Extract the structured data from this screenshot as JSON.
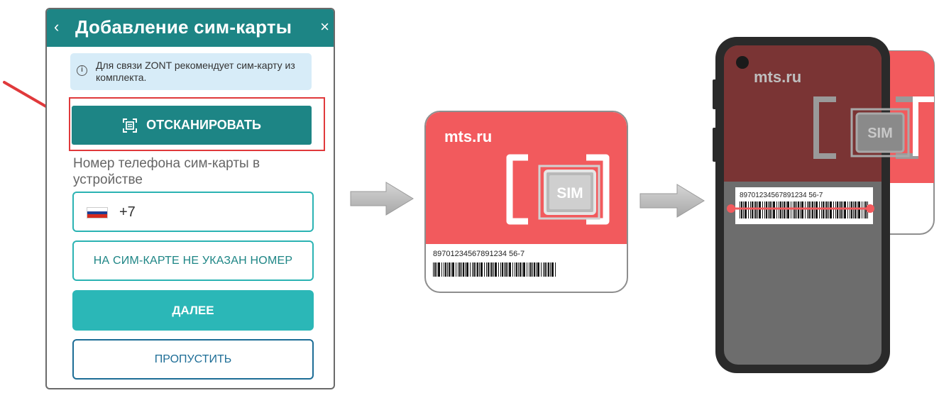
{
  "dialog": {
    "title": "Добавление сим-карты",
    "back_icon": "chevron-left-icon",
    "close_icon": "close-icon",
    "info_text": "Для связи ZONT рекомендует сим-карту из комплекта.",
    "scan_button_label": "ОТСКАНИРОВАТЬ",
    "phone_label": "Номер телефона сим-карты в устройстве",
    "phone_value": "+7",
    "no_number_button_label": "НА СИМ-КАРТЕ НЕ УКАЗАН НОМЕР",
    "next_button_label": "ДАЛЕЕ",
    "skip_button_label": "ПРОПУСТИТЬ"
  },
  "sim_card": {
    "brand": "mts.ru",
    "chip_label": "SIM",
    "number": "89701234567891234 56-7"
  },
  "phone_scan": {
    "brand": "mts.ru",
    "chip_label": "SIM",
    "number": "89701234567891234 56-7"
  },
  "colors": {
    "teal": "#1d8585",
    "teal_light": "#2bb7b7",
    "sim_red": "#f25a5d",
    "highlight_red": "#e0393b"
  }
}
